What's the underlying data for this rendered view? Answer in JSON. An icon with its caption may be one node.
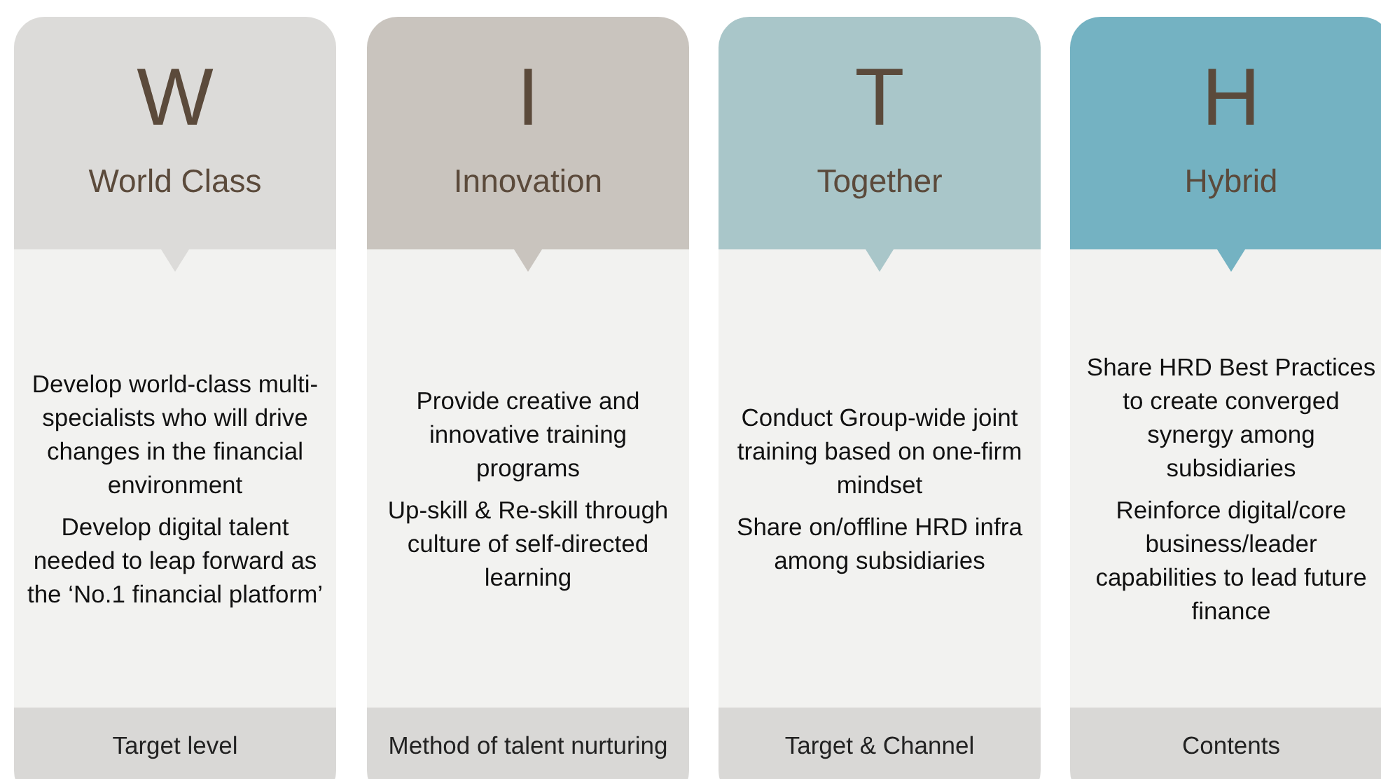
{
  "diagram": {
    "nodes": [
      {
        "text": [
          "W",
          "World Class",
          "Develop world-class multi-specialists who will drive changes in the financial environment",
          "Develop digital talent needed to leap forward as the ‘No.1 financial platform’",
          "Target level"
        ]
      },
      {
        "text": [
          "I",
          "Innovation",
          "Provide creative and innovative training programs",
          "Up-skill & Re-skill through culture of self-directed learning",
          "Method of talent nurturing"
        ]
      },
      {
        "text": [
          "T",
          "Together",
          "Conduct Group-wide joint training based on one-firm mindset",
          "Share on/offline HRD infra among subsidiaries",
          "Target & Channel"
        ]
      },
      {
        "text": [
          "H",
          "Hybrid",
          "Share HRD Best Practices to create converged synergy among subsidiaries",
          "Reinforce digital/core business/leader capabilities to lead future finance",
          "Contents"
        ]
      }
    ]
  }
}
